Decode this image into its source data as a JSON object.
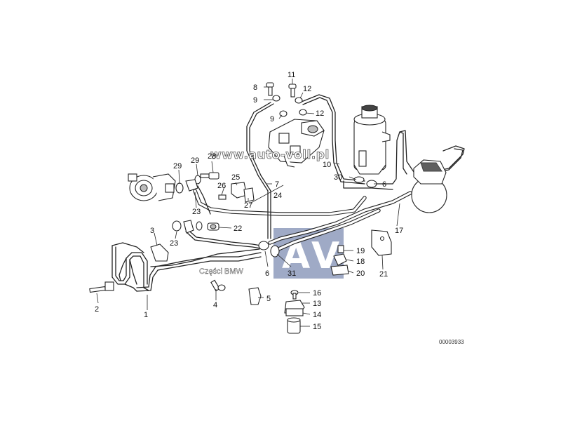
{
  "diagram": {
    "reference_code": "00003933",
    "part_numbers": [
      "1",
      "2",
      "3",
      "4",
      "5",
      "6",
      "6",
      "7",
      "8",
      "9",
      "9",
      "10",
      "11",
      "12",
      "12",
      "13",
      "14",
      "15",
      "16",
      "17",
      "18",
      "19",
      "20",
      "21",
      "22",
      "23",
      "23",
      "24",
      "25",
      "26",
      "27",
      "28",
      "29",
      "29",
      "30",
      "31"
    ]
  },
  "watermark": {
    "url": "www.auto-voll.pl",
    "shop": "Części BMW",
    "logo_left": "A",
    "logo_right": "V"
  },
  "colors": {
    "line": "#222222",
    "watermark_box": "#8e9bbc",
    "background": "#ffffff"
  }
}
